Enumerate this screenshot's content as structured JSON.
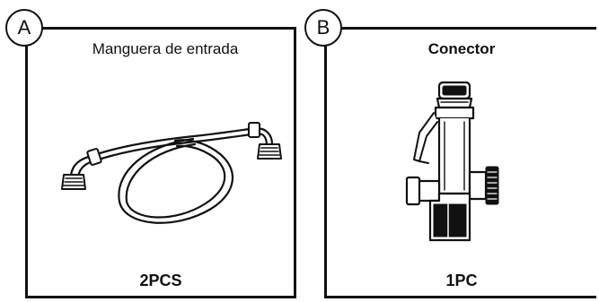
{
  "panels": [
    {
      "badge": "A",
      "title": "Manguera de entrada",
      "quantity": "2PCS",
      "illustration": "inlet-hose-icon"
    },
    {
      "badge": "B",
      "title": "Conector",
      "quantity": "1PC",
      "illustration": "connector-icon"
    }
  ]
}
